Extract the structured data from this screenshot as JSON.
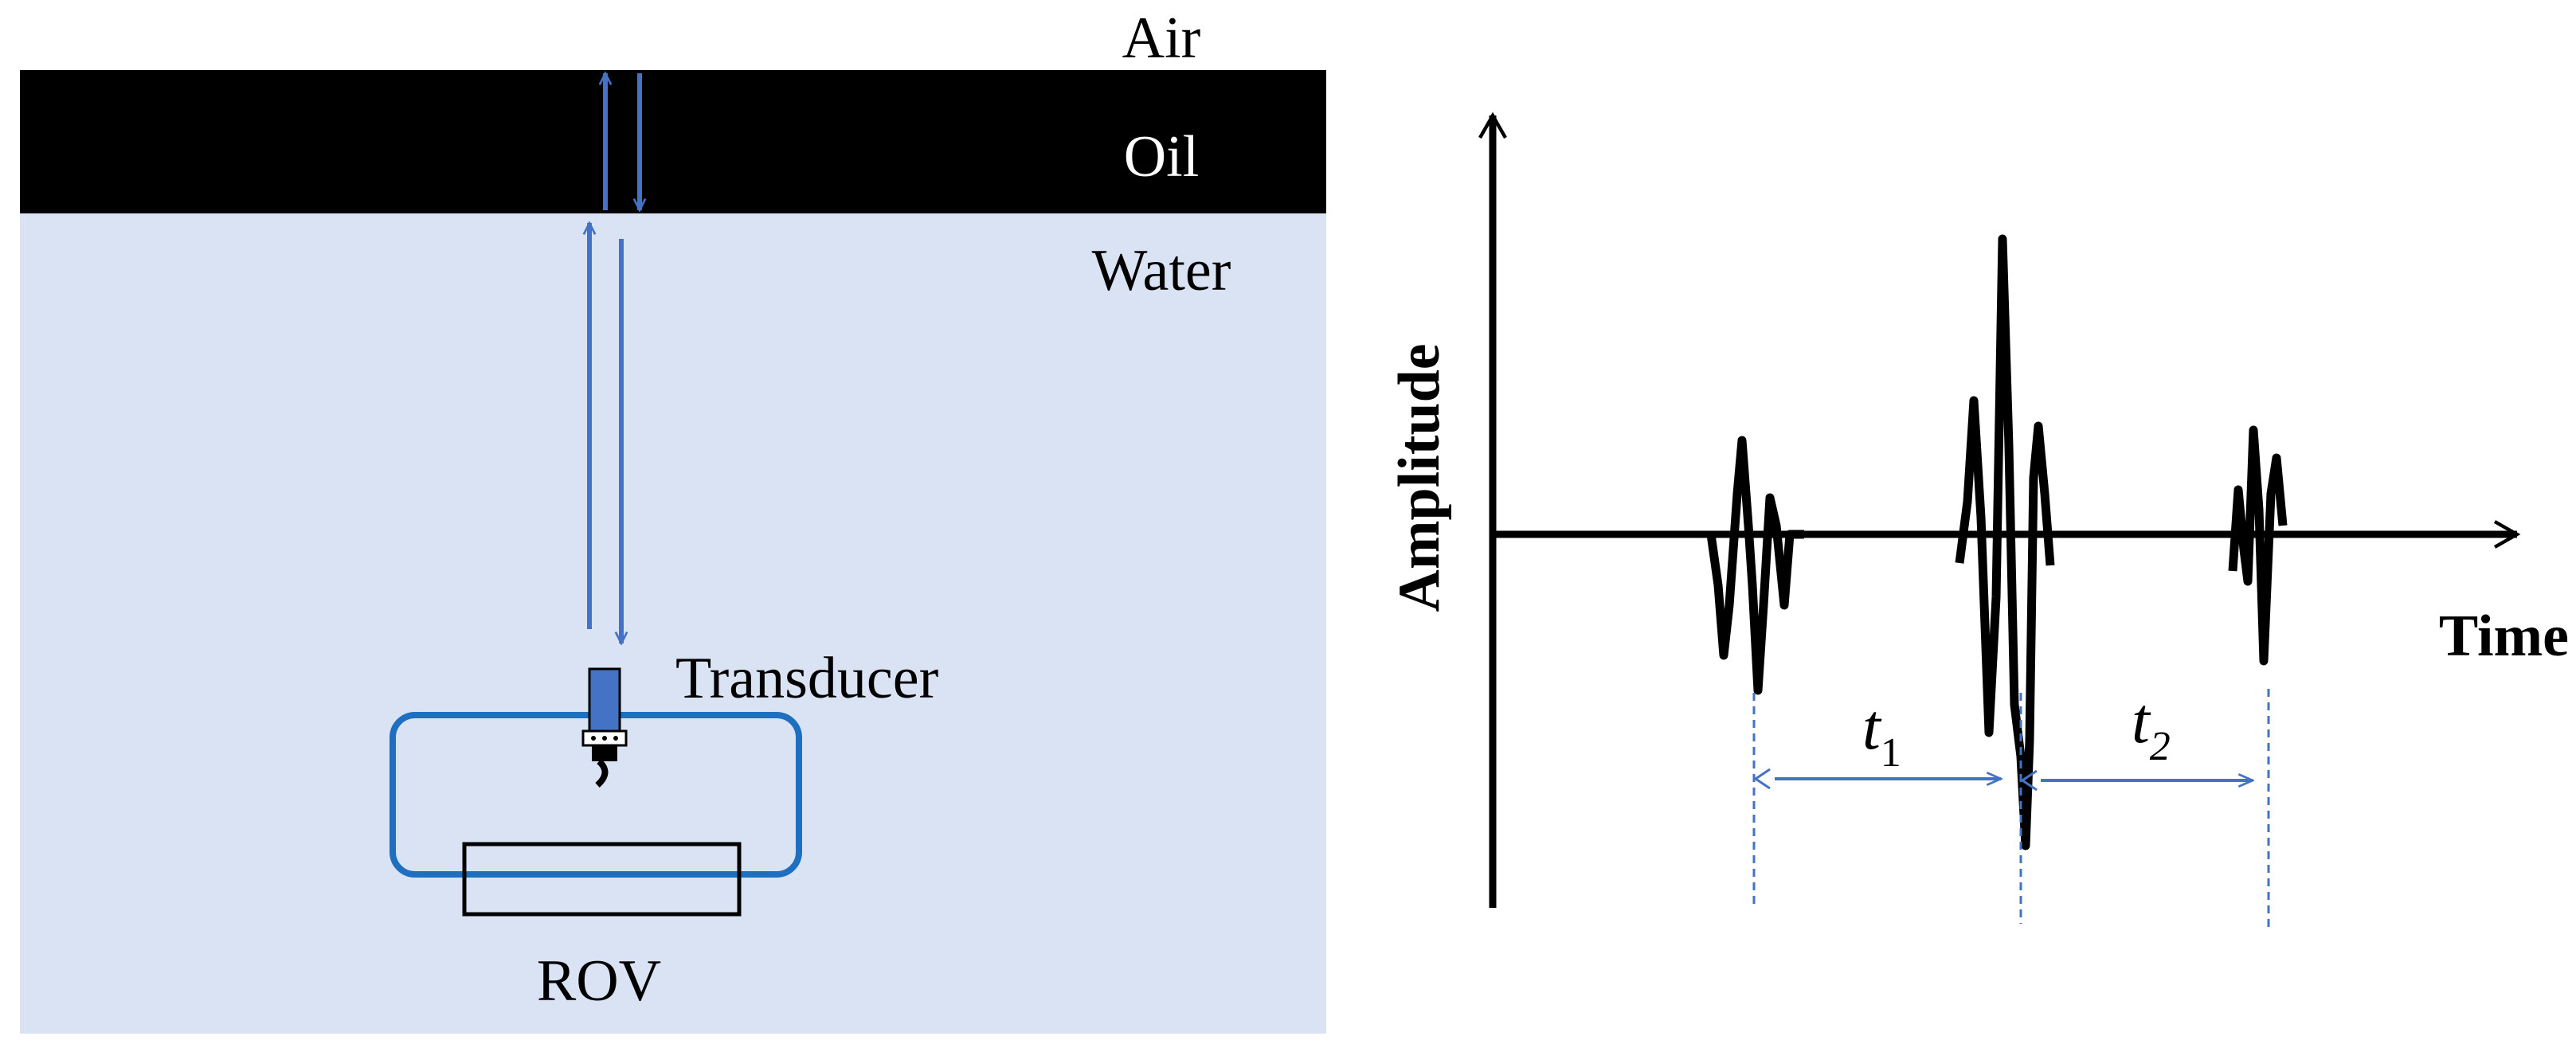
{
  "left_panel": {
    "layers": {
      "air_label": "Air",
      "oil_label": "Oil",
      "water_label": "Water"
    },
    "transducer_label": "Transducer",
    "rov_label": "ROV",
    "colors": {
      "water": "#dae3f3",
      "oil": "#000000",
      "rays": "#4472c4",
      "rov_frame": "#1f6fc0",
      "transducer": "#4472c4"
    }
  },
  "right_panel": {
    "x_axis_label": "Time",
    "y_axis_label": "Amplitude",
    "interval_1": {
      "symbol": "t",
      "subscript": "1"
    },
    "interval_2": {
      "symbol": "t",
      "subscript": "2"
    },
    "colors": {
      "waveform": "#000000",
      "markers": "#4472c4"
    }
  }
}
